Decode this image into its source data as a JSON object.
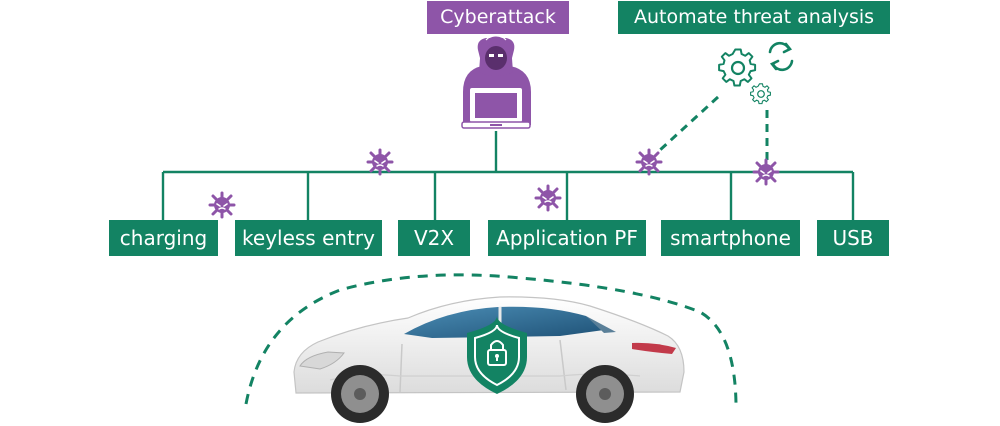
{
  "labels": {
    "cyberattack": "Cyberattack",
    "automate": "Automate threat analysis"
  },
  "nodes": [
    {
      "id": "charging",
      "label": "charging"
    },
    {
      "id": "keyless-entry",
      "label": "keyless entry"
    },
    {
      "id": "v2x",
      "label": "V2X"
    },
    {
      "id": "application-pf",
      "label": "Application PF"
    },
    {
      "id": "smartphone",
      "label": "smartphone"
    },
    {
      "id": "usb",
      "label": "USB"
    }
  ],
  "colors": {
    "green": "#138363",
    "purple": "#8e55a8",
    "car_body": "#f2f2f2",
    "window": "#2f6f96"
  },
  "icons": [
    "hacker-icon",
    "laptop-icon",
    "gear-icon",
    "refresh-icon",
    "virus-icon",
    "shield-lock-icon",
    "car-icon"
  ]
}
